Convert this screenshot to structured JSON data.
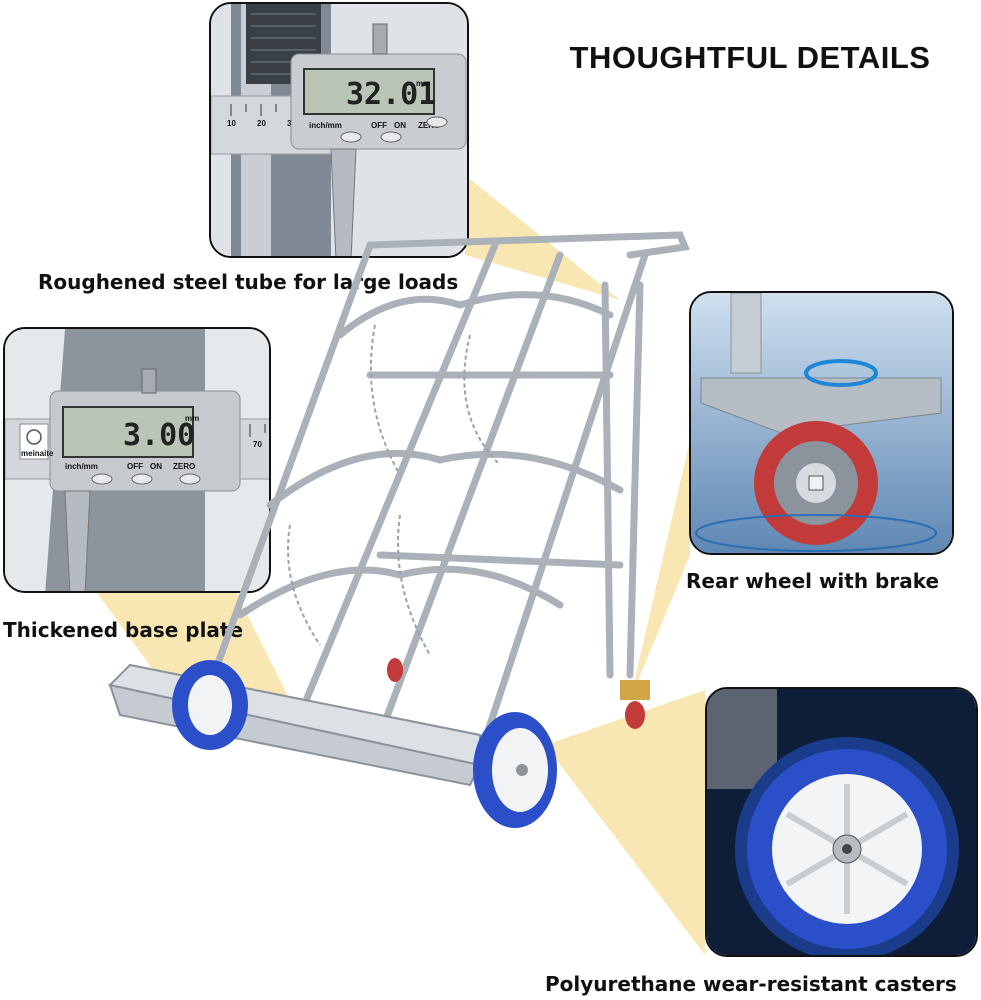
{
  "heading": "THOUGHTFUL DETAILS",
  "details": [
    {
      "caption": "Roughened steel tube for large loads",
      "reading": "32.01",
      "unit": "mm"
    },
    {
      "caption": "Thickened base plate",
      "reading": "3.00",
      "unit": "mm"
    },
    {
      "caption": "Rear wheel with brake"
    },
    {
      "caption": "Polyurethane wear-resistant casters"
    }
  ],
  "caliper": {
    "brand": "meinaite",
    "buttons": [
      "inch/mm",
      "OFF",
      "ON",
      "ZERO"
    ],
    "scale_top": [
      "10",
      "20",
      "30"
    ],
    "scale_left": [
      "70"
    ]
  },
  "colors": {
    "beam": "#f6d98a",
    "wheel_blue": "#2a4fc9",
    "wheel_red": "#c23a3a",
    "steel": "#b8bec4"
  }
}
